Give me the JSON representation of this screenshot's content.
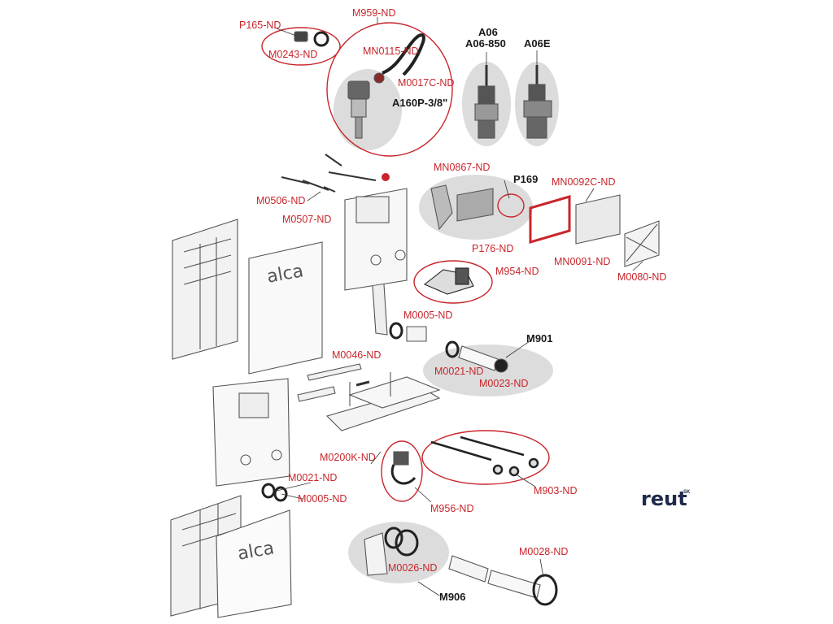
{
  "labels": {
    "p165": "P165-ND",
    "m959": "M959-ND",
    "m0243": "M0243-ND",
    "mn0115": "MN0115-ND",
    "m0017c": "M0017C-ND",
    "a160p": "A160P-3/8\"",
    "a06": "A06",
    "a06_850": "A06-850",
    "a06e": "A06E",
    "mn0867": "MN0867-ND",
    "p169": "P169",
    "mn0092c": "MN0092C-ND",
    "m0506": "M0506-ND",
    "m0507": "M0507-ND",
    "p176": "P176-ND",
    "mn0091": "MN0091-ND",
    "m0080": "M0080-ND",
    "m954": "M954-ND",
    "m0005_upper": "M0005-ND",
    "m901": "M901",
    "m0046": "M0046-ND",
    "m0021_upper": "M0021-ND",
    "m0023": "M0023-ND",
    "m0200k": "M0200K-ND",
    "m0021_lower": "M0021-ND",
    "m0005_lower": "M0005-ND",
    "m903": "M903-ND",
    "m956": "M956-ND",
    "m0028": "M0028-ND",
    "m0026": "M0026-ND",
    "m906": "M906"
  },
  "brands": {
    "alca_upper": "alca",
    "alca_lower": "alca",
    "reut": "reut",
    "reut_sk": "SK"
  },
  "colors": {
    "highlight": "#c8252b",
    "group_background": "#dcdcdc",
    "label_black": "#1a1a1a",
    "brand_navy": "#1e2a4a"
  }
}
